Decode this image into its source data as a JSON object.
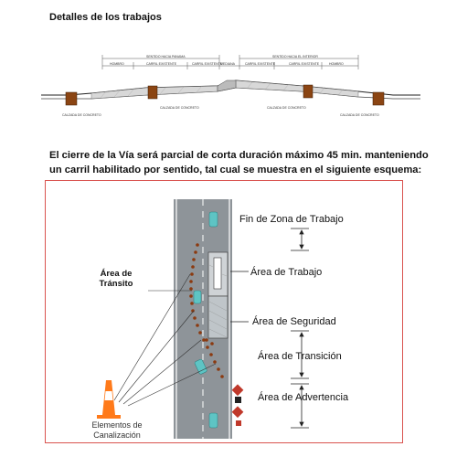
{
  "heading": "Detalles de los trabajos",
  "cross_section": {
    "top_labels": [
      "SENTIDO HACIA PANAMA",
      "SENTIDO HACIA EL INTERIOR"
    ],
    "lane_labels": [
      "HOMBRO",
      "CARRIL EXISTENTE",
      "CARRIL EXISTENTE",
      "MEDIANA",
      "CARRIL EXISTENTE",
      "CARRIL EXISTENTE",
      "HOMBRO"
    ],
    "notes": [
      "CALZADA DE CONCRETO",
      "CALZADA DE CONCRETO",
      "CALZADA DE CONCRETO",
      "CALZADA DE CONCRETO"
    ]
  },
  "paragraph": "El cierre de la Vía será parcial de corta duración máximo 45 min. manteniendo un carril habilitado por sentido, tal cual se muestra en el siguiente esquema:",
  "diagram": {
    "label_transit": "Área de Tránsito",
    "label_end": "Fin de Zona de Trabajo",
    "label_work": "Área de Trabajo",
    "label_safety": "Área de Seguridad",
    "label_transition": "Área de Transición",
    "label_warning": "Área de Advertencia",
    "label_devices": "Elementos de Canalización"
  },
  "colors": {
    "frame": "#d9534f",
    "road": "#8e9499",
    "cone": "#8b3a10",
    "vehicle": "#5ec4c4",
    "soil": "#8b4513"
  }
}
